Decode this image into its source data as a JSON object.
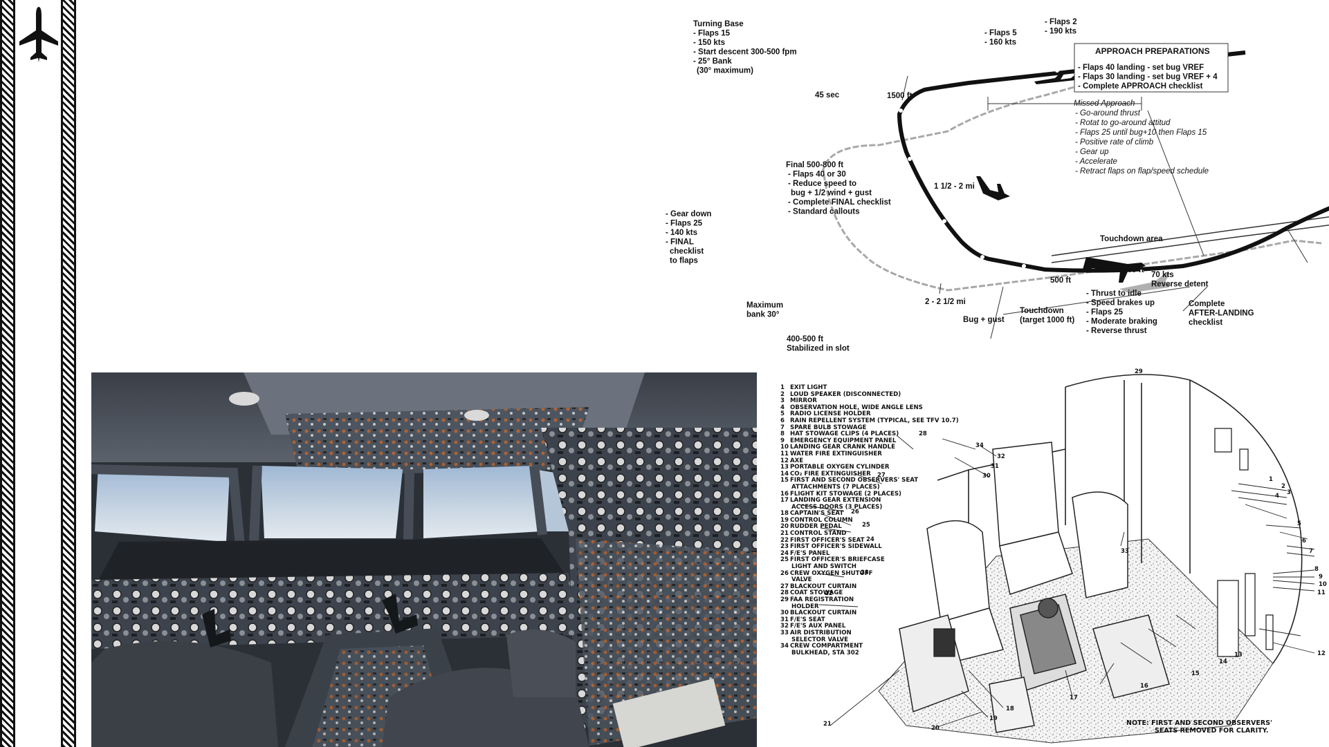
{
  "approach": {
    "turning_base": [
      "Turning Base",
      "- Flaps 15",
      "- 150 kts",
      "- Start descent 300-500 fpm",
      "- 25° Bank",
      "(30° maximum)"
    ],
    "flaps5": [
      "- Flaps 5",
      "- 160 kts"
    ],
    "flaps2": [
      "- Flaps 2",
      "- 190 kts"
    ],
    "leg_45sec": "45 sec",
    "leg_1500ft": "1500 ft",
    "prep_title": "APPROACH PREPARATIONS",
    "prep_items": [
      "- Flaps 40 landing - set bug VREF",
      "- Flaps 30 landing - set bug VREF + 4",
      "- Complete APPROACH checklist"
    ],
    "missed_title": "Missed Approach",
    "missed_items": [
      "- Go-around thrust",
      "- Rotat to go-around attitud",
      "- Flaps 25 until bug+10 then Flaps 15",
      "- Positive rate of climb",
      "- Gear up",
      "- Accelerate",
      "- Retract flaps on flap/speed schedule"
    ],
    "final": [
      "Final 500-800 ft",
      "- Flaps 40 or 30",
      "- Reduce speed to",
      "bug + 1/2 wind + gust",
      "- Complete FINAL checklist",
      "- Standard callouts"
    ],
    "dist_1_2mi": "1 1/2 - 2 mi",
    "gear_down": [
      "- Gear down",
      "- Flaps 25",
      "- 140 kts",
      "- FINAL",
      "checklist",
      "to flaps"
    ],
    "touchdown_area": "Touchdown area",
    "td_500ft": "500 ft",
    "td_1500ft": "1500 ft",
    "kts70": [
      "70 kts",
      "Reverse detent"
    ],
    "max_bank": [
      "Maximum",
      "bank 30°"
    ],
    "dist_2_2mi": "2 - 2 1/2 mi",
    "bug_gust": "Bug + gust",
    "touchdown": [
      "Touchdown",
      "(target 1000 ft)"
    ],
    "rollout": [
      "- Thrust to idle",
      "- Speed brakes up",
      "- Flaps 25",
      "- Moderate braking",
      "- Reverse thrust"
    ],
    "after_landing": [
      "Complete",
      "AFTER-LANDING",
      "checklist"
    ],
    "stabilized": [
      "400-500 ft",
      "Stabilized in slot"
    ]
  },
  "compartment": {
    "legend": [
      [
        "1",
        "EXIT LIGHT"
      ],
      [
        "2",
        "LOUD SPEAKER (DISCONNECTED)"
      ],
      [
        "3",
        "MIRROR"
      ],
      [
        "4",
        "OBSERVATION HOLE, WIDE ANGLE LENS"
      ],
      [
        "5",
        "RADIO LICENSE HOLDER"
      ],
      [
        "6",
        "RAIN REPELLENT SYSTEM (TYPICAL, SEE TFV 10.7)"
      ],
      [
        "7",
        "SPARE BULB STOWAGE"
      ],
      [
        "8",
        "HAT STOWAGE CLIPS (4 PLACES)"
      ],
      [
        "9",
        "EMERGENCY EQUIPMENT PANEL"
      ],
      [
        "10",
        "LANDING GEAR CRANK HANDLE"
      ],
      [
        "11",
        "WATER FIRE EXTINGUISHER"
      ],
      [
        "12",
        "AXE"
      ],
      [
        "13",
        "PORTABLE OXYGEN CYLINDER"
      ],
      [
        "14",
        "CO₂ FIRE EXTINGUISHER"
      ],
      [
        "15",
        "FIRST AND SECOND OBSERVERS' SEAT"
      ],
      [
        "",
        "ATTACHMENTS (7 PLACES)"
      ],
      [
        "16",
        "FLIGHT KIT STOWAGE (2 PLACES)"
      ],
      [
        "17",
        "LANDING GEAR EXTENSION"
      ],
      [
        "",
        "ACCESS DOORS (3 PLACES)"
      ],
      [
        "18",
        "CAPTAIN'S SEAT"
      ],
      [
        "19",
        "CONTROL COLUMN"
      ],
      [
        "20",
        "RUDDER PEDAL"
      ],
      [
        "21",
        "CONTROL STAND"
      ],
      [
        "22",
        "FIRST OFFICER'S SEAT"
      ],
      [
        "23",
        "FIRST OFFICER'S SIDEWALL"
      ],
      [
        "24",
        "F/E'S PANEL"
      ],
      [
        "25",
        "FIRST OFFICER'S BRIEFCASE"
      ],
      [
        "",
        "LIGHT AND SWITCH"
      ],
      [
        "26",
        "CREW OXYGEN SHUTOFF"
      ],
      [
        "",
        "VALVE"
      ],
      [
        "27",
        "BLACKOUT CURTAIN"
      ],
      [
        "28",
        "COAT STOWAGE"
      ],
      [
        "29",
        "FAA REGISTRATION"
      ],
      [
        "",
        "HOLDER"
      ],
      [
        "30",
        "BLACKOUT CURTAIN"
      ],
      [
        "31",
        "F/E'S SEAT"
      ],
      [
        "32",
        "F/E'S AUX PANEL"
      ],
      [
        "33",
        "AIR DISTRIBUTION"
      ],
      [
        "",
        "SELECTOR VALVE"
      ],
      [
        "34",
        "CREW COMPARTMENT"
      ],
      [
        "",
        "BULKHEAD, STA 302"
      ]
    ],
    "note": [
      "NOTE:  FIRST AND SECOND OBSERVERS'",
      "SEATS REMOVED FOR CLARITY."
    ],
    "callouts": [
      "34",
      "32",
      "31",
      "30",
      "29",
      "28",
      "27",
      "26",
      "25",
      "24",
      "23",
      "22",
      "21",
      "20",
      "19",
      "18",
      "17",
      "16",
      "15",
      "14",
      "13",
      "12",
      "11",
      "10",
      "9",
      "8",
      "7",
      "6",
      "5",
      "4",
      "3",
      "2",
      "1",
      "33"
    ]
  }
}
